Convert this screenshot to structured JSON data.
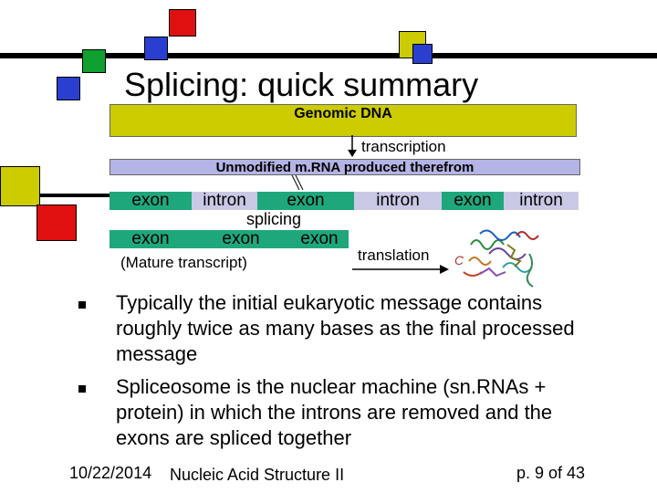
{
  "slide": {
    "title": "Splicing: quick summary",
    "genomic_dna_label": "Genomic DNA",
    "transcription_label": "transcription",
    "unmodified_mrna_label": "Unmodified m.RNA produced therefrom",
    "pre_mrna_segments": [
      {
        "type": "exon",
        "label": "exon"
      },
      {
        "type": "intron",
        "label": "intron"
      },
      {
        "type": "exon",
        "label": "exon"
      },
      {
        "type": "intron",
        "label": "intron"
      },
      {
        "type": "exon",
        "label": "exon"
      },
      {
        "type": "intron",
        "label": "intron"
      }
    ],
    "splicing_label": "splicing",
    "mature_segments": [
      {
        "type": "exon",
        "label": "exon"
      },
      {
        "type": "exon",
        "label": "exon"
      },
      {
        "type": "exon",
        "label": "exon"
      }
    ],
    "mature_caption": "(Mature transcript)",
    "translation_label": "translation",
    "bullets": [
      "Typically the initial eukaryotic message contains roughly twice as many bases as the final processed message",
      "Spliceosome is the nuclear machine (sn.RNAs + protein) in which the introns are removed and the exons are spliced together"
    ],
    "footer": {
      "date": "10/22/2014",
      "course": "Nucleic Acid Structure II",
      "page": "p. 9 of 43"
    },
    "colors": {
      "genomic_bar": "#cccc00",
      "mrna_bar": "#b4b4e6",
      "exon": "#1fa77c",
      "intron": "#c9c9e6",
      "deco_red": "#e01010",
      "deco_blue": "#2a3fd0",
      "deco_green": "#10a030",
      "deco_yellow": "#cccc00"
    }
  }
}
